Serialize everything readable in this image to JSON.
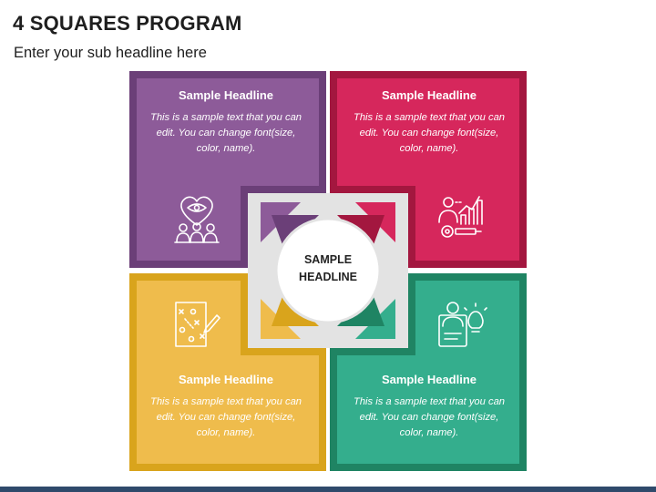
{
  "title": "4 SQUARES PROGRAM",
  "subtitle": "Enter your sub headline here",
  "center": {
    "line1": "SAMPLE",
    "line2": "HEADLINE"
  },
  "colors": {
    "purple": "#8d5b99",
    "purple_dark": "#6b3f78",
    "red": "#d6275c",
    "red_dark": "#a3173f",
    "yellow": "#efbc4c",
    "yellow_dark": "#d9a41c",
    "green": "#34ae8d",
    "green_dark": "#1f8463",
    "arrow_gray": "#e3e3e3"
  },
  "cards": [
    {
      "position": "top-left",
      "headline": "Sample Headline",
      "text": "This is a sample text that you can edit. You can change font(size, color, name).",
      "icon": "people-eye-heart-icon"
    },
    {
      "position": "top-right",
      "headline": "Sample Headline",
      "text": "This is a sample text that you can edit. You can change font(size, color, name).",
      "icon": "person-growth-chart-icon"
    },
    {
      "position": "bottom-left",
      "headline": "Sample Headline",
      "text": "This is a sample text that you can edit. You can change font(size, color, name).",
      "icon": "strategy-board-icon"
    },
    {
      "position": "bottom-right",
      "headline": "Sample Headline",
      "text": "This is a sample text that you can edit. You can change font(size, color, name).",
      "icon": "presenter-idea-icon"
    }
  ]
}
